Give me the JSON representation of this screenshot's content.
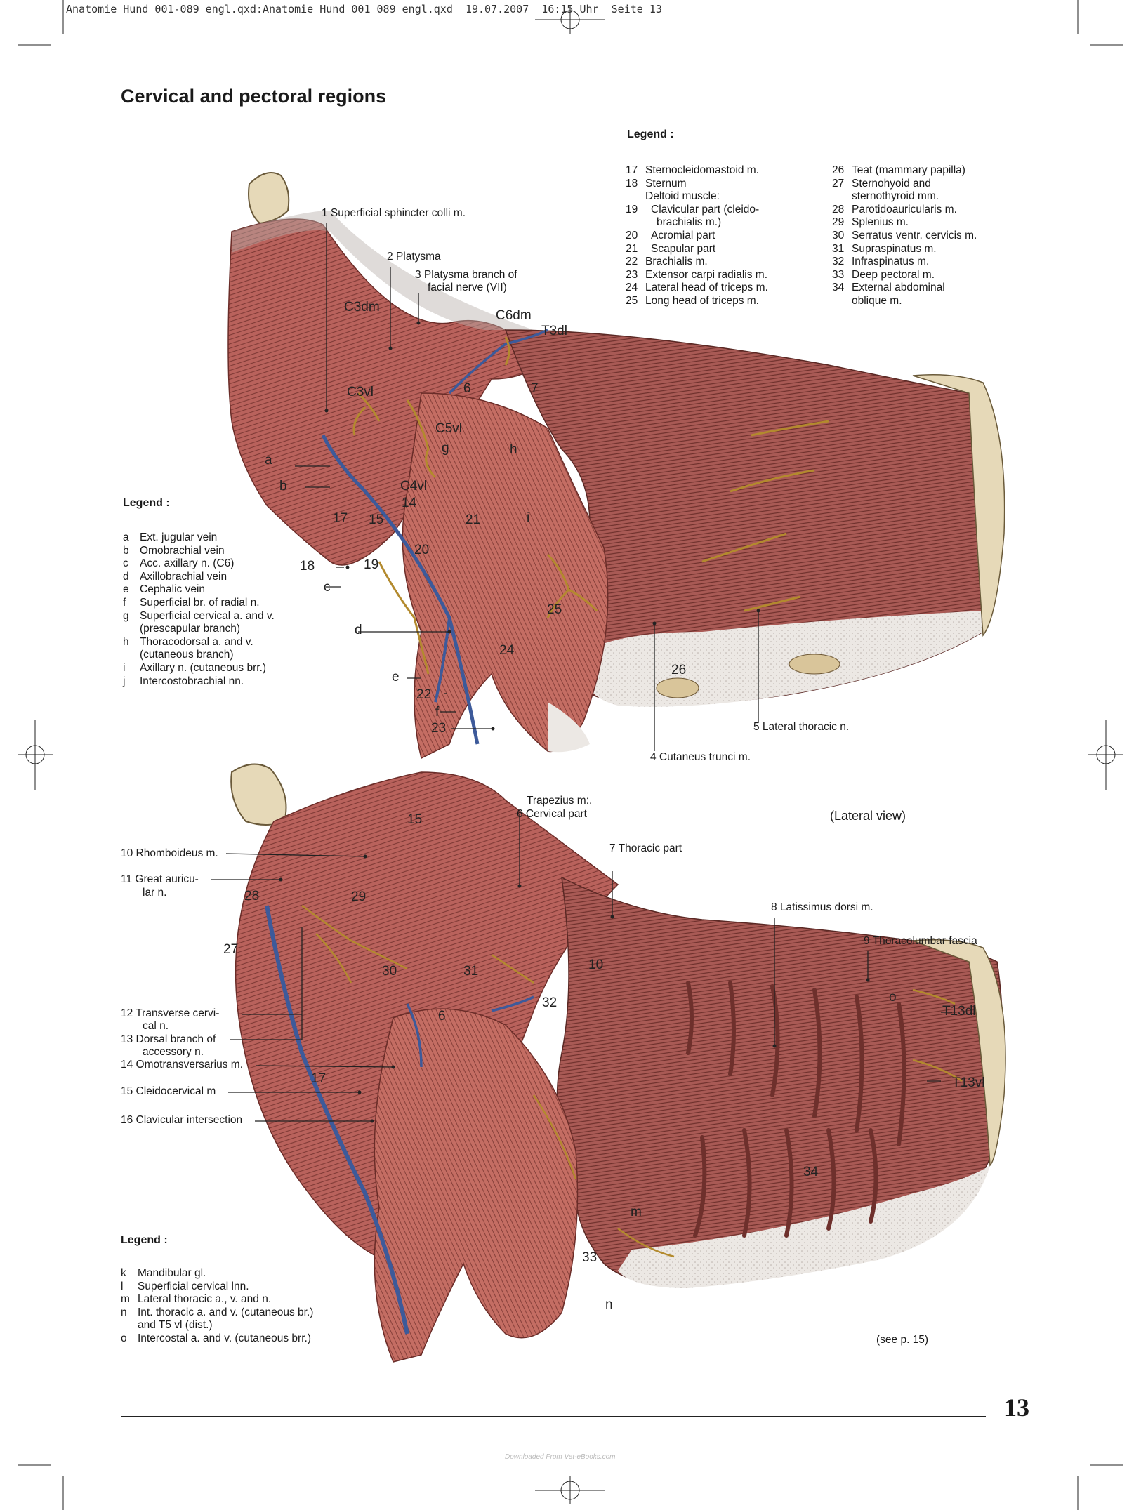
{
  "header": {
    "file_line": "Anatomie Hund 001-089_engl.qxd:Anatomie Hund 001_089_engl.qxd  19.07.2007  16:15 Uhr  Seite 13"
  },
  "title": "Cervical and pectoral regions",
  "legend_top": {
    "heading": "Legend :",
    "col1": [
      {
        "k": "17",
        "t": "Sternocleidomastoid m."
      },
      {
        "k": "18",
        "t": "Sternum"
      },
      {
        "k": "",
        "t": "Deltoid muscle:"
      },
      {
        "k": "19",
        "t": "Clavicular part (cleido-"
      },
      {
        "k": "",
        "t": "brachialis m.)"
      },
      {
        "k": "20",
        "t": "Acromial part"
      },
      {
        "k": "21",
        "t": "Scapular part"
      },
      {
        "k": "22",
        "t": "Brachialis m."
      },
      {
        "k": "23",
        "t": "Extensor carpi radialis m."
      },
      {
        "k": "24",
        "t": "Lateral head of triceps m."
      },
      {
        "k": "25",
        "t": "Long head of triceps m."
      }
    ],
    "col2": [
      {
        "k": "26",
        "t": "Teat (mammary papilla)"
      },
      {
        "k": "27",
        "t": "Sternohyoid and"
      },
      {
        "k": "",
        "t": "sternothyroid mm."
      },
      {
        "k": "28",
        "t": "Parotidoauricularis m."
      },
      {
        "k": "29",
        "t": "Splenius m."
      },
      {
        "k": "30",
        "t": "Serratus ventr. cervicis m."
      },
      {
        "k": "31",
        "t": "Supraspinatus m."
      },
      {
        "k": "32",
        "t": "Infraspinatus m."
      },
      {
        "k": "33",
        "t": "Deep pectoral m."
      },
      {
        "k": "34",
        "t": "External abdominal"
      },
      {
        "k": "",
        "t": "oblique m."
      }
    ]
  },
  "legend_mid": {
    "heading": "Legend :",
    "items": [
      {
        "k": "a",
        "t": "Ext. jugular vein"
      },
      {
        "k": "b",
        "t": "Omobrachial vein"
      },
      {
        "k": "c",
        "t": "Acc. axillary n. (C6)"
      },
      {
        "k": "d",
        "t": "Axillobrachial vein"
      },
      {
        "k": "e",
        "t": "Cephalic vein"
      },
      {
        "k": "f",
        "t": "Superficial br. of radial n."
      },
      {
        "k": "g",
        "t": "Superficial cervical a. and v."
      },
      {
        "k": "",
        "t": "(prescapular branch)"
      },
      {
        "k": "h",
        "t": "Thoracodorsal a. and v."
      },
      {
        "k": "",
        "t": "(cutaneous branch)"
      },
      {
        "k": "i",
        "t": "Axillary n. (cutaneous brr.)"
      },
      {
        "k": "j",
        "t": "Intercostobrachial nn."
      }
    ]
  },
  "legend_bottom": {
    "heading": "Legend :",
    "items": [
      {
        "k": "k",
        "t": "Mandibular gl."
      },
      {
        "k": "l",
        "t": "Superficial cervical lnn."
      },
      {
        "k": "m",
        "t": "Lateral thoracic a., v. and n."
      },
      {
        "k": "n",
        "t": "Int. thoracic a. and v. (cutaneous br.)"
      },
      {
        "k": "",
        "t": "and T5 vl (dist.)"
      },
      {
        "k": "o",
        "t": "Intercostal a. and v. (cutaneous brr.)"
      }
    ]
  },
  "fig1": {
    "l1": "1  Superficial sphincter colli m.",
    "l2": "2  Platysma",
    "l3a": "3  Platysma branch of",
    "l3b": "facial nerve (VII)",
    "c3dm": "C3dm",
    "c6dm": "C6dm",
    "t3dl": "T3dl",
    "c3vl": "C3vl",
    "c5vl": "C5vl",
    "c4vl": "C4vl",
    "n6": "6",
    "n7": "7",
    "g": "g",
    "h": "h",
    "i": "i",
    "a": "a",
    "b": "b",
    "c": "c",
    "d": "d",
    "e": "e",
    "f": "f",
    "n14": "14",
    "n15": "15",
    "n17": "17",
    "n18": "18",
    "n19": "19",
    "n20": "20",
    "n21": "21",
    "n22": "22",
    "n23": "23",
    "n24": "24",
    "n25": "25",
    "n26": "26",
    "l4": "4  Cutaneus trunci m.",
    "l5": "5  Lateral thoracic n."
  },
  "fig2": {
    "trap": "Trapezius m:.",
    "l6": "6    Cervical part",
    "l7": "7    Thoracic part",
    "lateral": "(Lateral view)",
    "l8": "8  Latissimus dorsi m.",
    "l9": "9  Thoracolumbar fascia",
    "l10": "10  Rhomboideus m.",
    "l11a": "11  Great auricu-",
    "l11b": "lar n.",
    "l12a": "12  Transverse cervi-",
    "l12b": "cal n.",
    "l13a": "13  Dorsal branch of",
    "l13b": "accessory n.",
    "l14": "14  Omotransversarius m.",
    "l15": "15  Cleidocervical m",
    "l16": "16  Clavicular intersection",
    "n15": "15",
    "n29": "29",
    "n28": "28",
    "n27": "27",
    "n30": "30",
    "n31": "31",
    "n32": "32",
    "n10": "10",
    "n6": "6",
    "n17": "17",
    "n34": "34",
    "n33": "33",
    "m": "m",
    "n": "n",
    "o": "o",
    "t13dl": "T13dl",
    "t13vl": "T13vl",
    "seep": "(see p. 15)"
  },
  "page_number": "13",
  "footer_note": "Downloaded From Vet-eBooks.com",
  "colors": {
    "muscle": "#b85a55",
    "muscle_dark": "#8a3a3a",
    "bone": "#e6d9b8",
    "vein": "#3d5a9a",
    "nerve": "#b38a2e",
    "skin": "#e8e3de"
  }
}
